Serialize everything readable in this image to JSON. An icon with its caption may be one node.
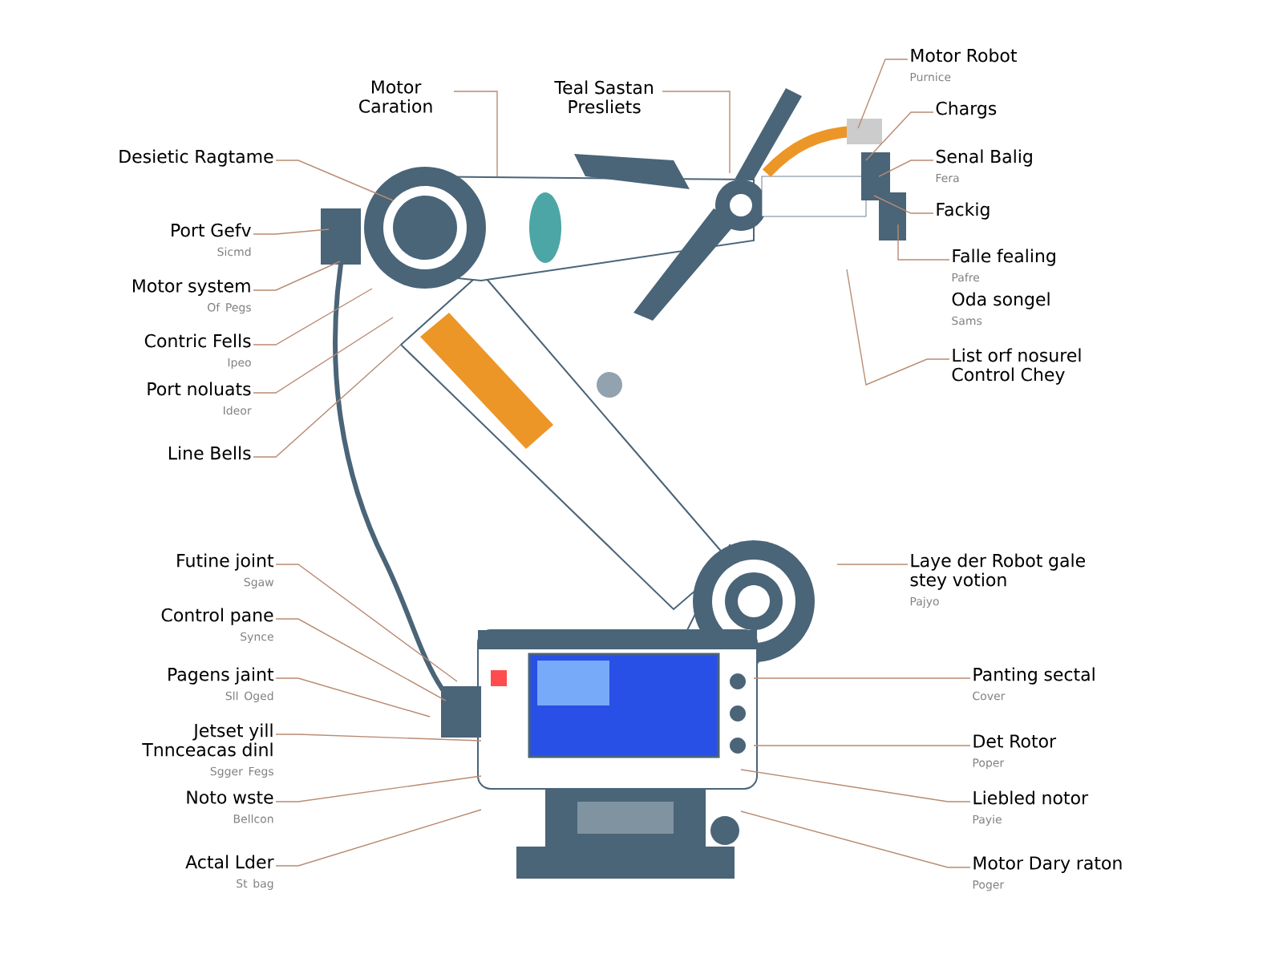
{
  "diagram": {
    "nodes": [
      {
        "text": [],
        "shape": "picture"
      },
      {
        "text": [
          "Desietic Ragtame"
        ]
      },
      {
        "text": [
          "Port Gefv",
          "Sicmd"
        ]
      },
      {
        "text": [
          "Motor system",
          "Of Pegs"
        ]
      },
      {
        "text": [
          "Contric Fells",
          "Ipeo"
        ]
      },
      {
        "text": [
          "Port noluats",
          "Ideor"
        ]
      },
      {
        "text": [
          "Line Bells"
        ]
      },
      {
        "text": [
          "Futine joint",
          "Sgaw"
        ]
      },
      {
        "text": [
          "Control pane",
          "Synce"
        ]
      },
      {
        "text": [
          "Pagens jaint",
          "Sll Oged"
        ]
      },
      {
        "text": [
          "Jetset yill Tnnceacas dinl",
          "Sgger Fegs"
        ]
      },
      {
        "text": [
          "Noto wste",
          "Bellcon"
        ]
      },
      {
        "text": [
          "Actal Lder",
          "St bag"
        ]
      },
      {
        "text": [
          "Motor Caration"
        ]
      },
      {
        "text": [
          "Teal Sastan Presliets"
        ]
      },
      {
        "text": [
          "Motor Robot",
          "Purnice"
        ]
      },
      {
        "text": [
          "Chargs"
        ]
      },
      {
        "text": [
          "Senal Balig",
          "Fera"
        ]
      },
      {
        "text": [
          "Fackig"
        ]
      },
      {
        "text": [
          "Falle fealing",
          "Pafre"
        ]
      },
      {
        "text": [
          "List orf nosurel Control Chey"
        ]
      },
      {
        "text": [
          "Laye der Robot gale stey votion",
          "Pajyo"
        ]
      },
      {
        "text": [
          "Panting sectal",
          "Cover"
        ]
      },
      {
        "text": [
          "Det Rotor",
          "Poper"
        ]
      },
      {
        "text": [
          "Liebled notor",
          "Payie"
        ]
      },
      {
        "text": [
          "Motor Dary raton",
          "Poger"
        ]
      }
    ],
    "edges": [
      {
        "from": 1,
        "to": 0,
        "arrow": "none"
      },
      {
        "from": 2,
        "to": 0,
        "arrow": "none"
      },
      {
        "from": 3,
        "to": 0,
        "arrow": "none"
      },
      {
        "from": 4,
        "to": 0,
        "arrow": "none"
      },
      {
        "from": 5,
        "to": 0,
        "arrow": "none"
      },
      {
        "from": 6,
        "to": 0,
        "arrow": "none"
      },
      {
        "from": 7,
        "to": 0,
        "arrow": "none"
      },
      {
        "from": 8,
        "to": 0,
        "arrow": "none"
      },
      {
        "from": 9,
        "to": 0,
        "arrow": "none"
      },
      {
        "from": 10,
        "to": 0,
        "arrow": "none"
      },
      {
        "from": 11,
        "to": 0,
        "arrow": "none"
      },
      {
        "from": 12,
        "to": 0,
        "arrow": "none"
      },
      {
        "from": 13,
        "to": 0,
        "arrow": "none"
      },
      {
        "from": 14,
        "to": 0,
        "arrow": "none"
      },
      {
        "from": 15,
        "to": 0,
        "arrow": "none"
      },
      {
        "from": 16,
        "to": 0,
        "arrow": "none"
      },
      {
        "from": 17,
        "to": 0,
        "arrow": "none"
      },
      {
        "from": 18,
        "to": 0,
        "arrow": "none"
      },
      {
        "from": 19,
        "to": 0,
        "arrow": "none"
      },
      {
        "from": 20,
        "to": 0,
        "arrow": "none"
      },
      {
        "from": 21,
        "to": 0,
        "arrow": "none"
      },
      {
        "from": 22,
        "to": 0,
        "arrow": "none"
      },
      {
        "from": 23,
        "to": 0,
        "arrow": "none"
      },
      {
        "from": 24,
        "to": 0,
        "arrow": "none"
      },
      {
        "from": 25,
        "to": 0,
        "arrow": "none"
      }
    ],
    "labels": [
      "Oda songel",
      "Sams"
    ]
  }
}
